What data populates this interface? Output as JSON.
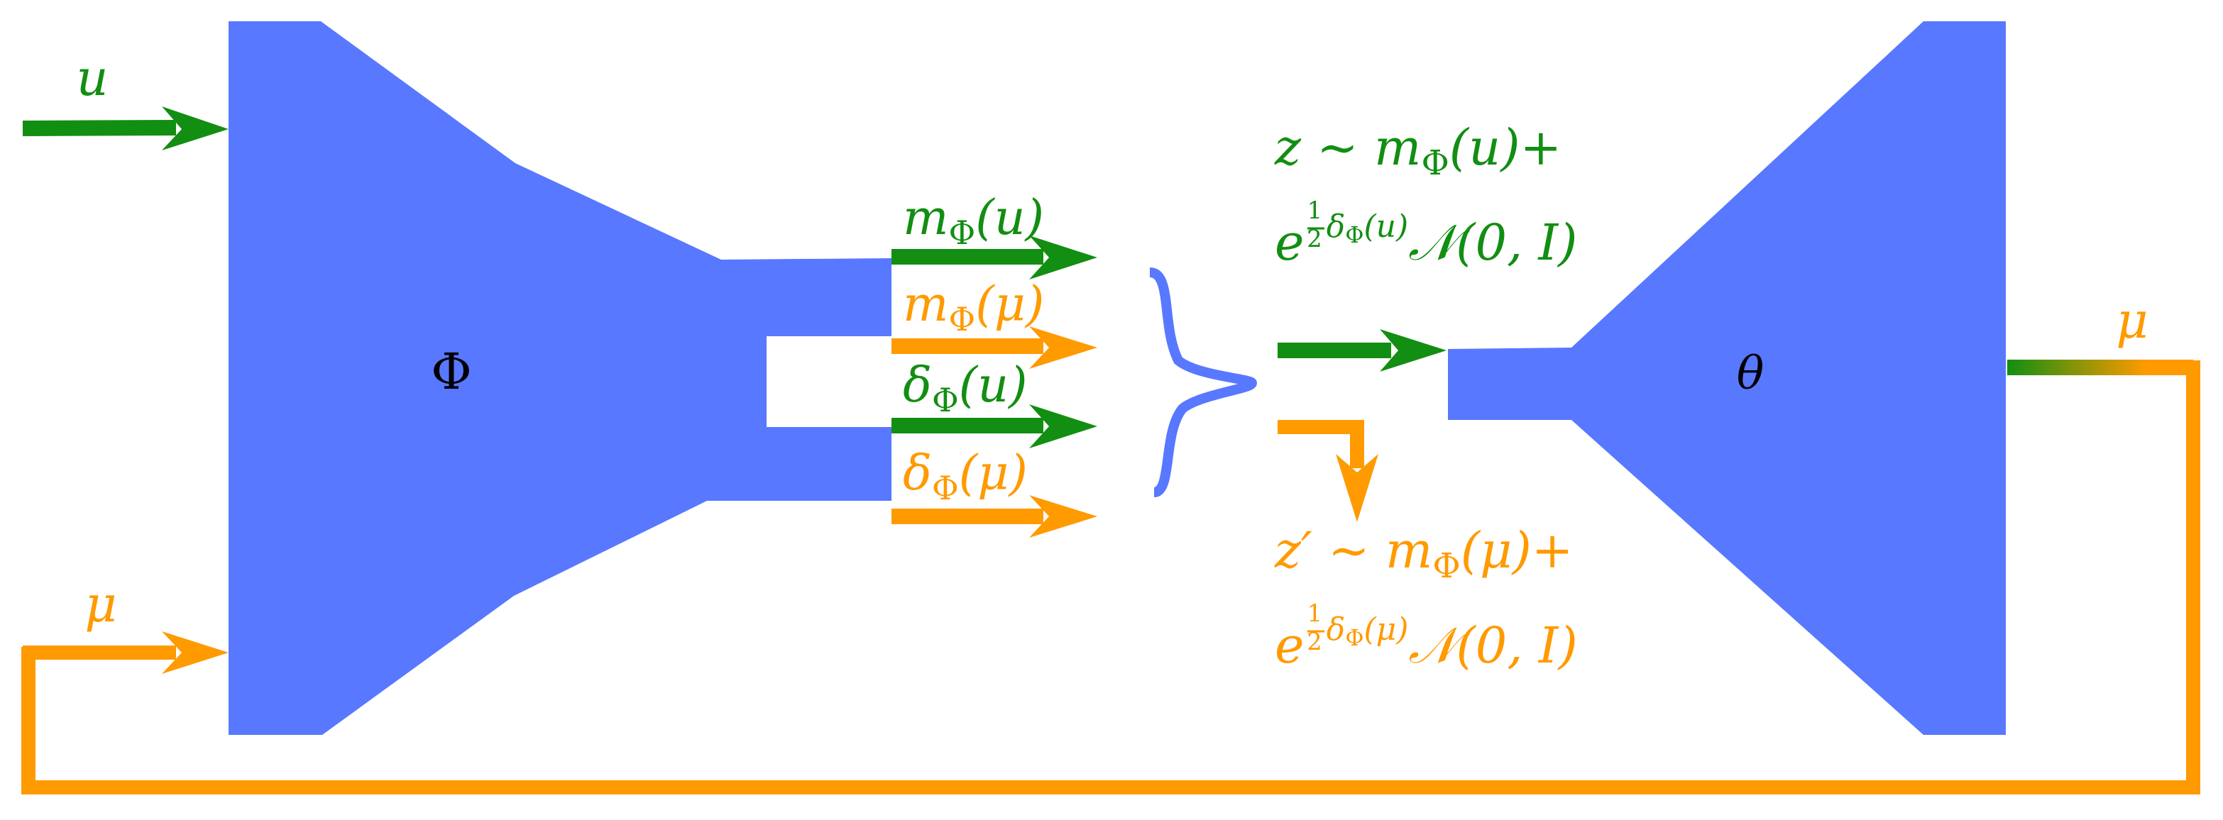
{
  "colors": {
    "network": "#5878ff",
    "green": "#128e12",
    "orange": "#ff9a00",
    "black": "#000000"
  },
  "encoder": {
    "symbol": "Φ"
  },
  "decoder": {
    "symbol": "θ"
  },
  "inputs": {
    "u": "u",
    "mu_bottom": "μ"
  },
  "encoder_outputs": {
    "m_u": {
      "base": "m",
      "sub": "Φ",
      "arg": "(u)"
    },
    "m_mu": {
      "base": "m",
      "sub": "Φ",
      "arg": "(μ)"
    },
    "d_u": {
      "base": "δ",
      "sub": "Φ",
      "arg": "(u)"
    },
    "d_mu": {
      "base": "δ",
      "sub": "Φ",
      "arg": "(μ)"
    }
  },
  "sample_green": {
    "line1": {
      "lhs": "z ∼ ",
      "m": "m",
      "sub": "Φ",
      "arg": "(u)+"
    },
    "line2": {
      "exp_base": "e",
      "half_num": "1",
      "half_den": "2",
      "exp_delta": "δ",
      "exp_sub": "Φ",
      "exp_arg": "(u)",
      "rest": "𝒩(0, I)"
    }
  },
  "sample_orange": {
    "line1": {
      "lhs": "z′ ∼ ",
      "m": "m",
      "sub": "Φ",
      "arg": "(μ)+"
    },
    "line2": {
      "exp_base": "e",
      "half_num": "1",
      "half_den": "2",
      "exp_delta": "δ",
      "exp_sub": "Φ",
      "exp_arg": "(μ)",
      "rest": "𝒩(0, I)"
    }
  },
  "output": {
    "mu": "μ"
  }
}
